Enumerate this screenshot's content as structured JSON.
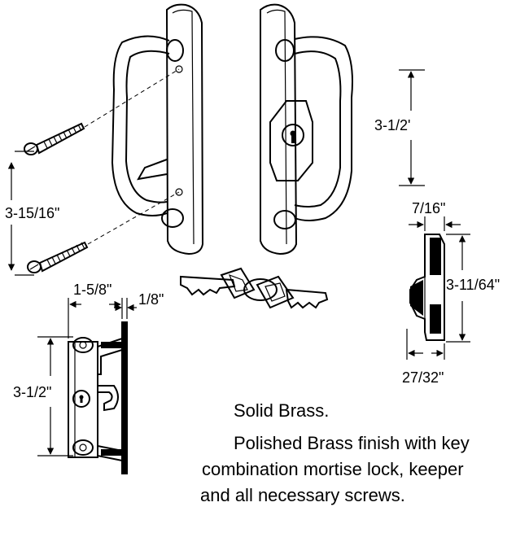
{
  "dimensions": {
    "handle_height": "3-1/2'",
    "screw_spacing": "3-15/16\"",
    "keeper_width": "7/16\"",
    "keeper_height": "3-11/64\"",
    "keeper_depth": "27/32\"",
    "lock_width": "1-5/8\"",
    "lock_plate": "1/8\"",
    "lock_height": "3-1/2\""
  },
  "caption": {
    "line1": "Solid Brass.",
    "line2": "Polished Brass finish with key",
    "line3": "combination mortise lock, keeper",
    "line4": "and all necessary screws."
  }
}
